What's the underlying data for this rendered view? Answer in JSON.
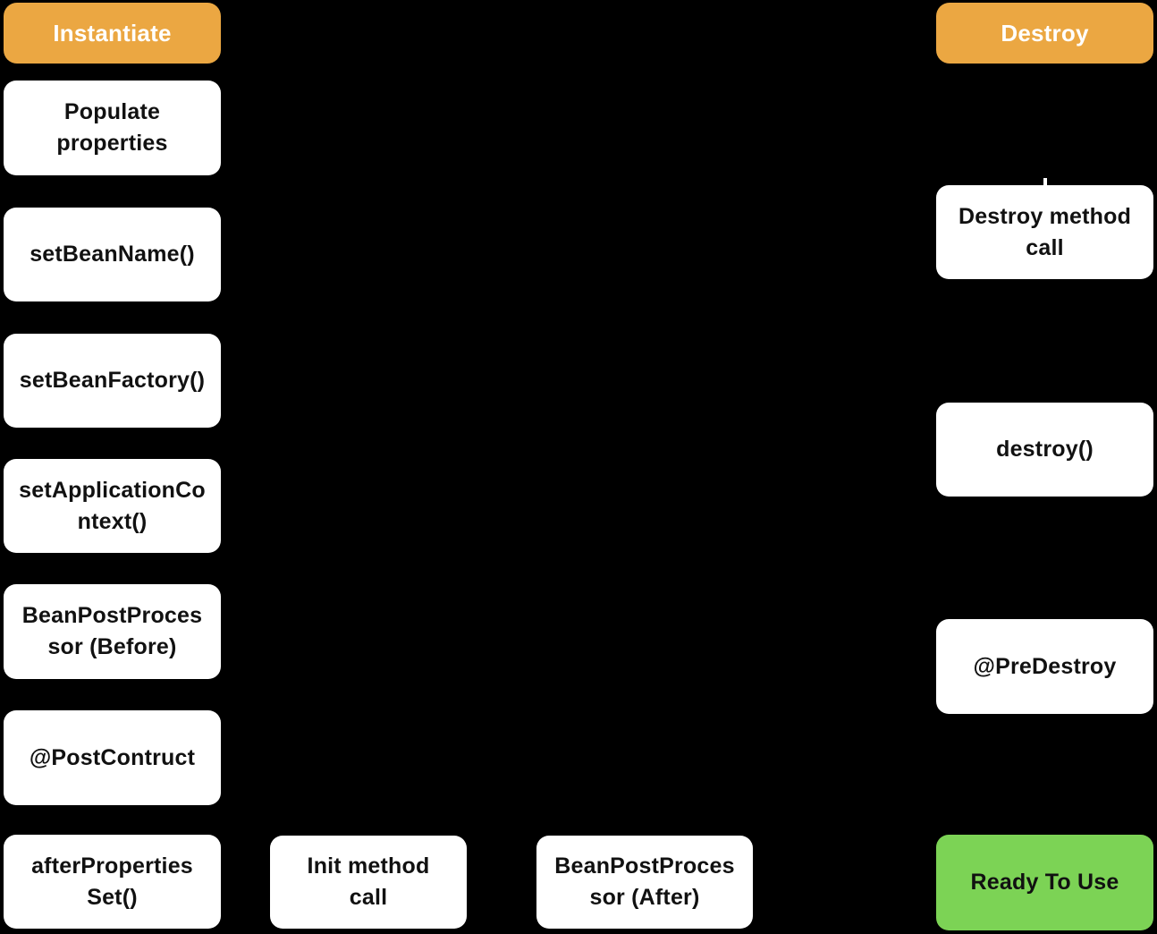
{
  "title": "Spring bean lifecycle diagram",
  "colors": {
    "background": "#000000",
    "box_bg": "#ffffff",
    "text": "#111111",
    "header_bg": "#EBA742",
    "header_text": "#ffffff",
    "ready_bg": "#7CD355"
  },
  "nodes": {
    "instantiate": {
      "label": "Instantiate"
    },
    "populate_properties": {
      "label": "Populate\nproperties"
    },
    "set_bean_name": {
      "label": "setBeanName()"
    },
    "set_bean_factory": {
      "label": "setBeanFactory()"
    },
    "set_application_context": {
      "label": "setApplicationCo\nntext()"
    },
    "bean_post_processor_before": {
      "label": "BeanPostProces\nsor (Before)"
    },
    "post_contruct": {
      "label": "@PostContruct"
    },
    "after_properties_set": {
      "label": "afterProperties\nSet()"
    },
    "init_method_call": {
      "label": "Init method\ncall"
    },
    "bean_post_processor_after": {
      "label": "BeanPostProces\nsor (After)"
    },
    "destroy_header": {
      "label": "Destroy"
    },
    "destroy_method_call": {
      "label": "Destroy method\ncall"
    },
    "destroy_fn": {
      "label": "destroy()"
    },
    "pre_destroy": {
      "label": "@PreDestroy"
    },
    "ready_to_use": {
      "label": "Ready To Use"
    }
  }
}
